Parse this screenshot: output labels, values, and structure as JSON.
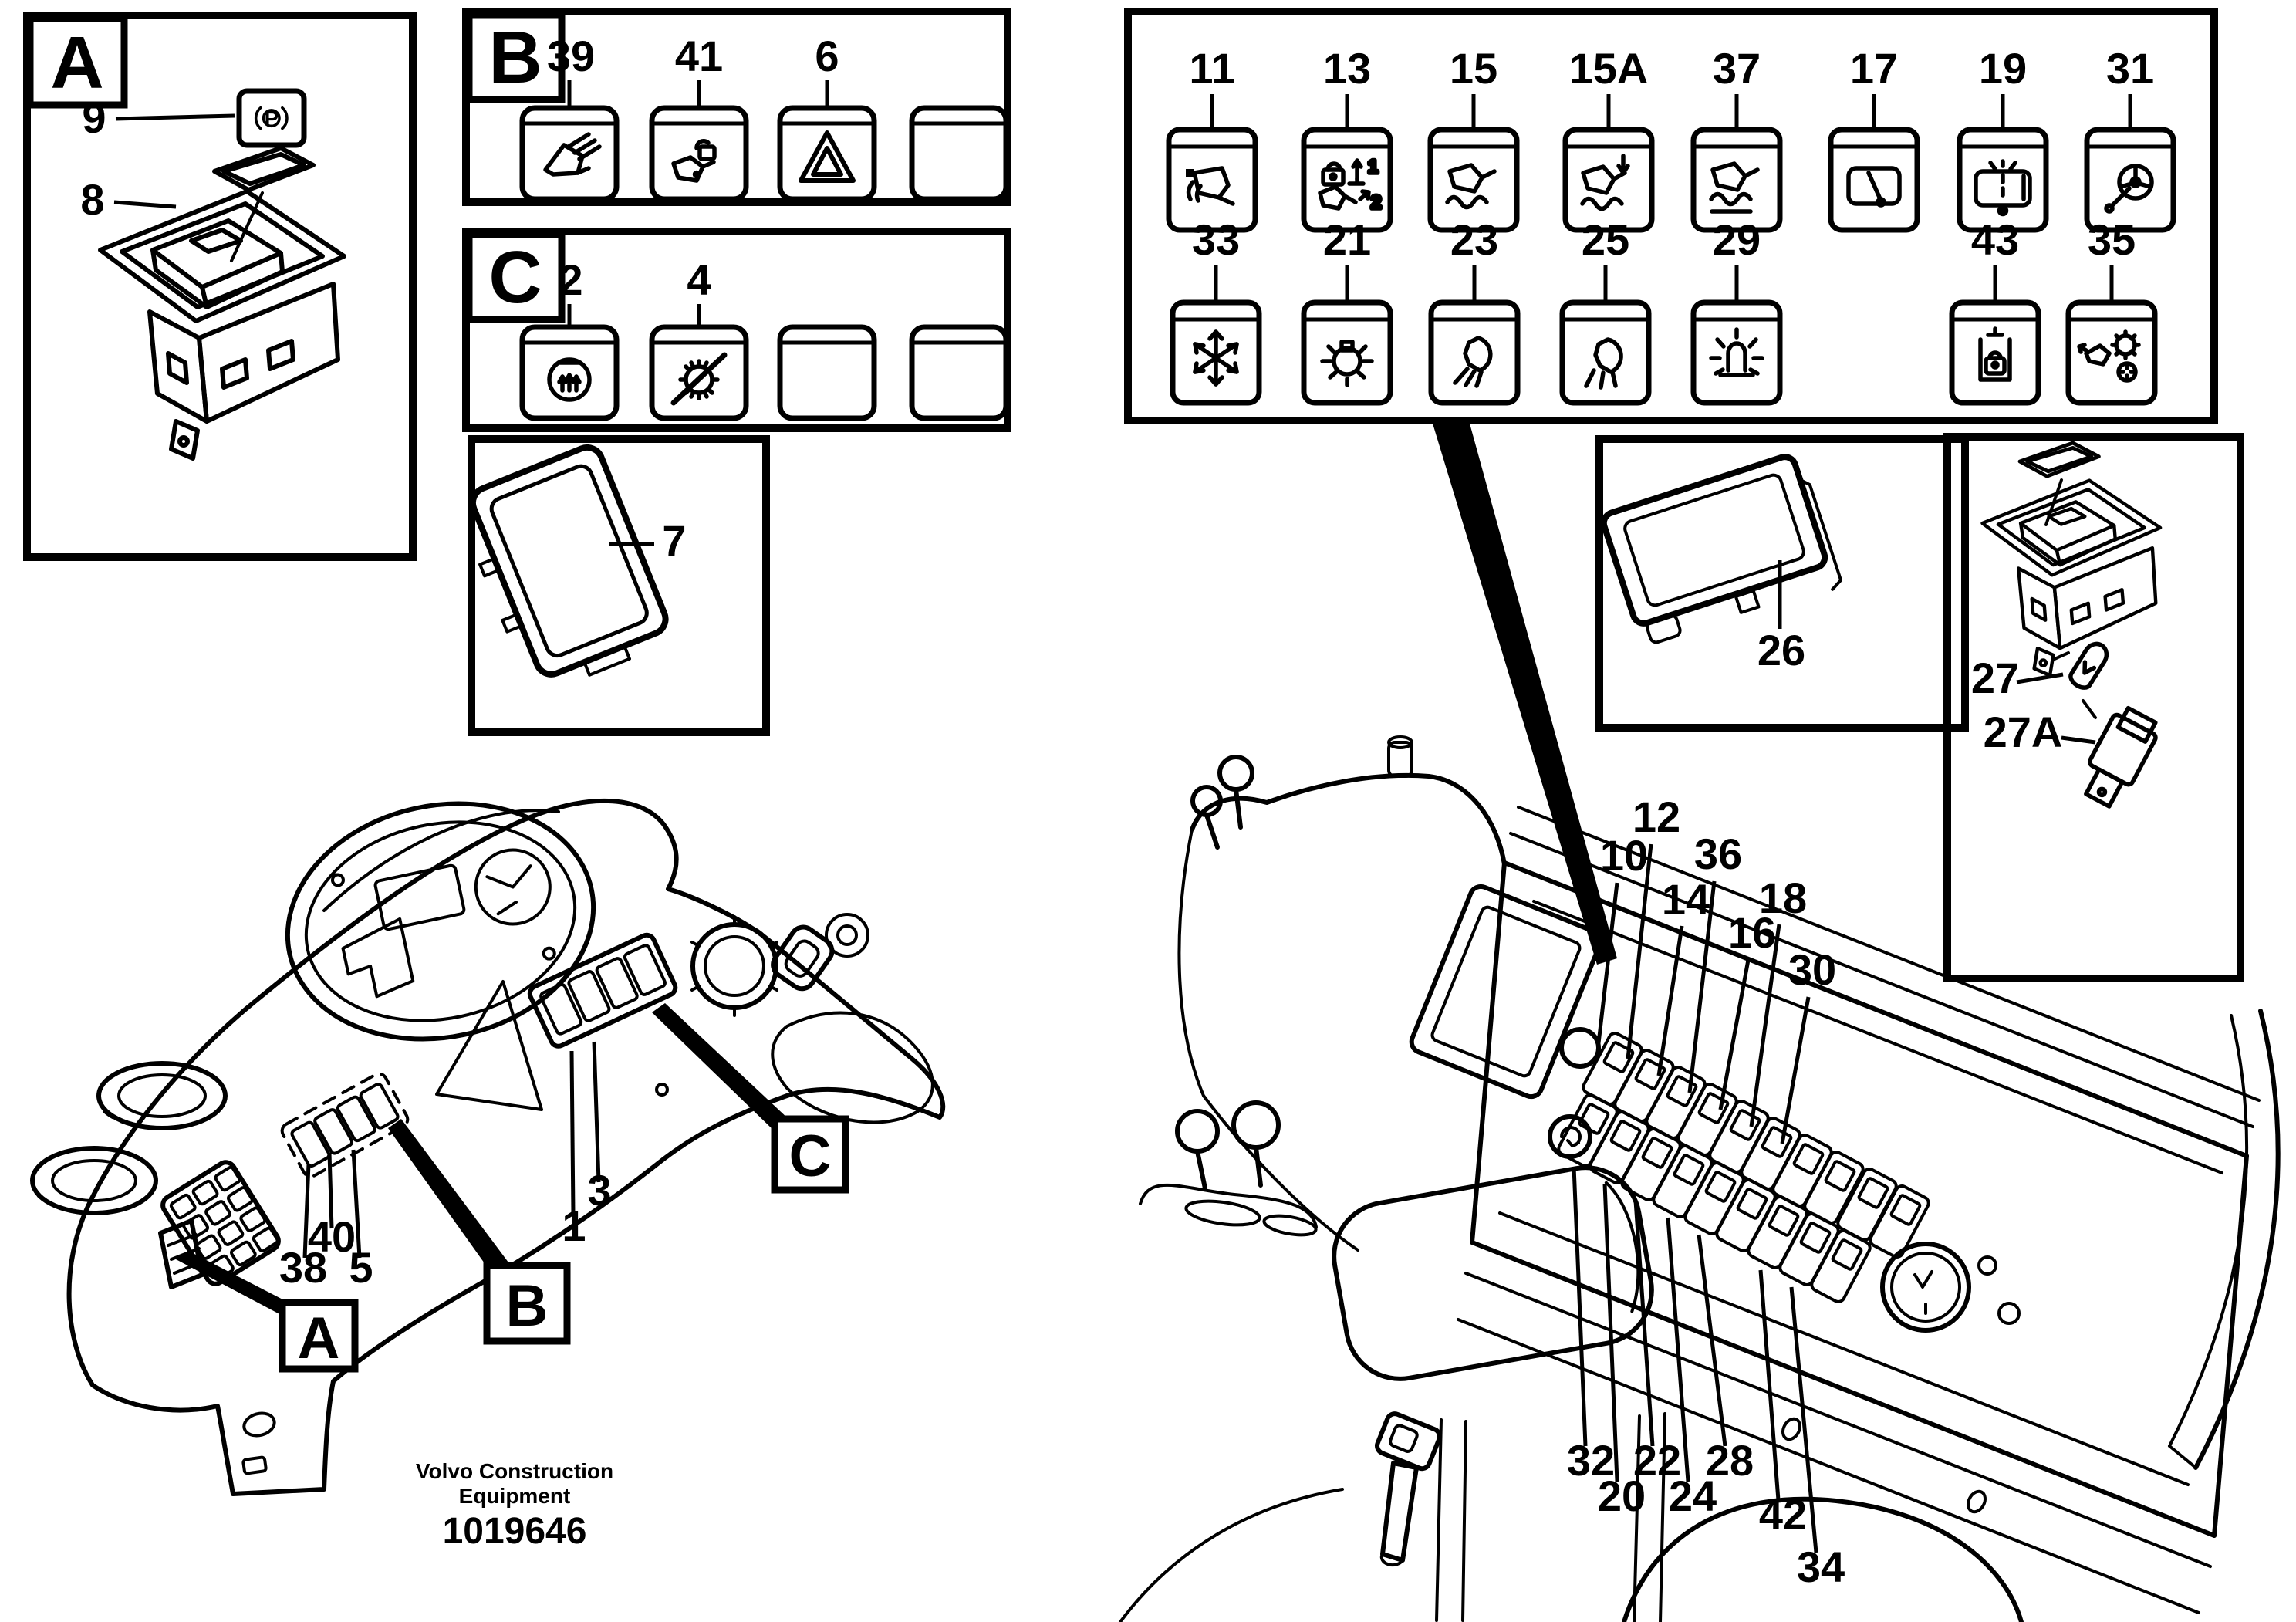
{
  "footer": {
    "brand_line1": "Volvo Construction",
    "brand_line2": "Equipment",
    "part_number": "1019646"
  },
  "detail_a": {
    "label": "A",
    "button_callout": "9",
    "button_letter": "P",
    "switch_callout": "8"
  },
  "detail_b": {
    "label": "B",
    "switches": [
      {
        "callout": "39",
        "icon": "bucket-material-icon"
      },
      {
        "callout": "41",
        "icon": "bucket-unlock-icon"
      },
      {
        "callout": "6",
        "icon": "hazard-warning-icon"
      },
      {
        "callout": "",
        "icon": "blank-switch"
      }
    ]
  },
  "detail_c": {
    "label": "C",
    "switches": [
      {
        "callout": "2",
        "icon": "engine-preheat-icon"
      },
      {
        "callout": "4",
        "icon": "gear-disable-icon"
      },
      {
        "callout": "",
        "icon": "blank-switch"
      },
      {
        "callout": "",
        "icon": "blank-switch"
      }
    ]
  },
  "panel_cover": {
    "callout": "7"
  },
  "symbol_panel": {
    "row1": [
      {
        "callout": "11",
        "icon": "bucket-tilt-icon"
      },
      {
        "callout": "13",
        "icon": "lift-arm-lock-icon",
        "digit1": "1",
        "digit2": "2"
      },
      {
        "callout": "15",
        "icon": "bucket-float-icon"
      },
      {
        "callout": "15A",
        "icon": "bucket-float-down-icon"
      },
      {
        "callout": "37",
        "icon": "bucket-position-icon"
      },
      {
        "callout": "17",
        "icon": "gauge-needle-icon"
      },
      {
        "callout": "19",
        "icon": "rear-defrost-icon"
      },
      {
        "callout": "31",
        "icon": "secondary-steering-icon"
      }
    ],
    "row2": [
      {
        "callout": "33",
        "icon": "air-conditioning-icon"
      },
      {
        "callout": "21",
        "icon": "lighting-icon"
      },
      {
        "callout": "23",
        "icon": "headlight-low-icon"
      },
      {
        "callout": "25",
        "icon": "work-light-icon"
      },
      {
        "callout": "29",
        "icon": "rotating-beacon-icon"
      },
      {
        "callout": "43",
        "icon": "implement-lock-icon"
      },
      {
        "callout": "35",
        "icon": "bucket-gear-speed-icon"
      }
    ]
  },
  "cover_plate": {
    "callout": "26"
  },
  "lamp_switch": {
    "bulb_callout": "27",
    "holder_callout": "27A"
  },
  "dashboard": {
    "ref_a": "A",
    "ref_b": "B",
    "ref_c": "C",
    "callouts": {
      "c38": "38",
      "c40": "40",
      "c5": "5",
      "c1": "1",
      "c3": "3"
    }
  },
  "console": {
    "top_callouts": [
      "10",
      "12",
      "14",
      "36",
      "16",
      "18",
      "30"
    ],
    "bottom_callouts": [
      "32",
      "20",
      "22",
      "24",
      "28",
      "42",
      "34"
    ]
  }
}
